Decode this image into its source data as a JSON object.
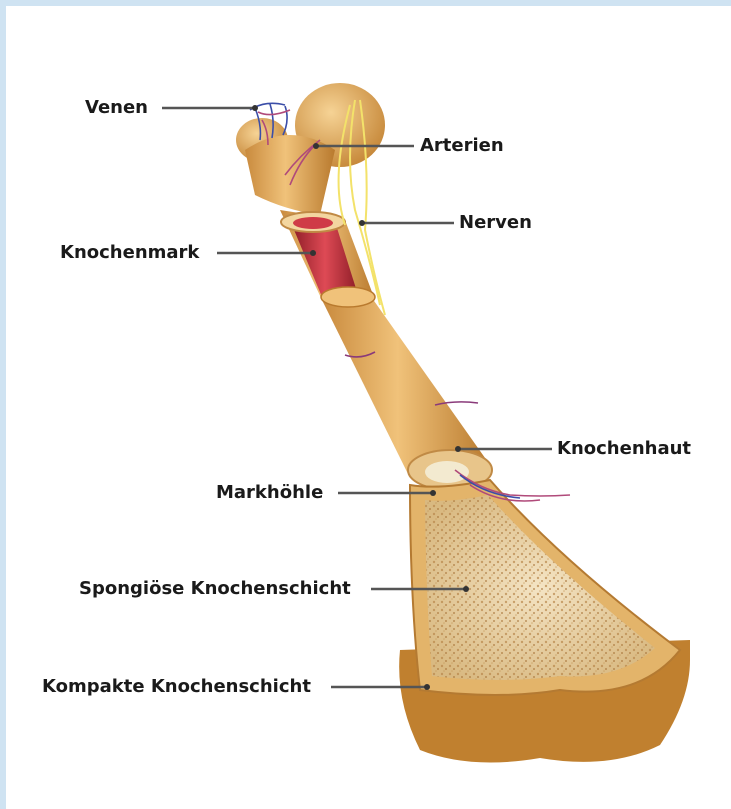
{
  "labels": {
    "venen": "Venen",
    "arterien": "Arterien",
    "nerven": "Nerven",
    "knochenmark": "Knochenmark",
    "knochenhaut": "Knochenhaut",
    "markhoehle": "Markhöhle",
    "spongioese": "Spongiöse Knochenschicht",
    "kompakte": "Kompakte Knochenschicht"
  },
  "colors": {
    "bone": "#e2ac5e",
    "bone_shadow": "#b97a2e",
    "marrow": "#c8333f",
    "nerve": "#f3e26a",
    "vein": "#3b4ea8",
    "artery": "#b04a7a",
    "frame": "#cfe3f2"
  }
}
